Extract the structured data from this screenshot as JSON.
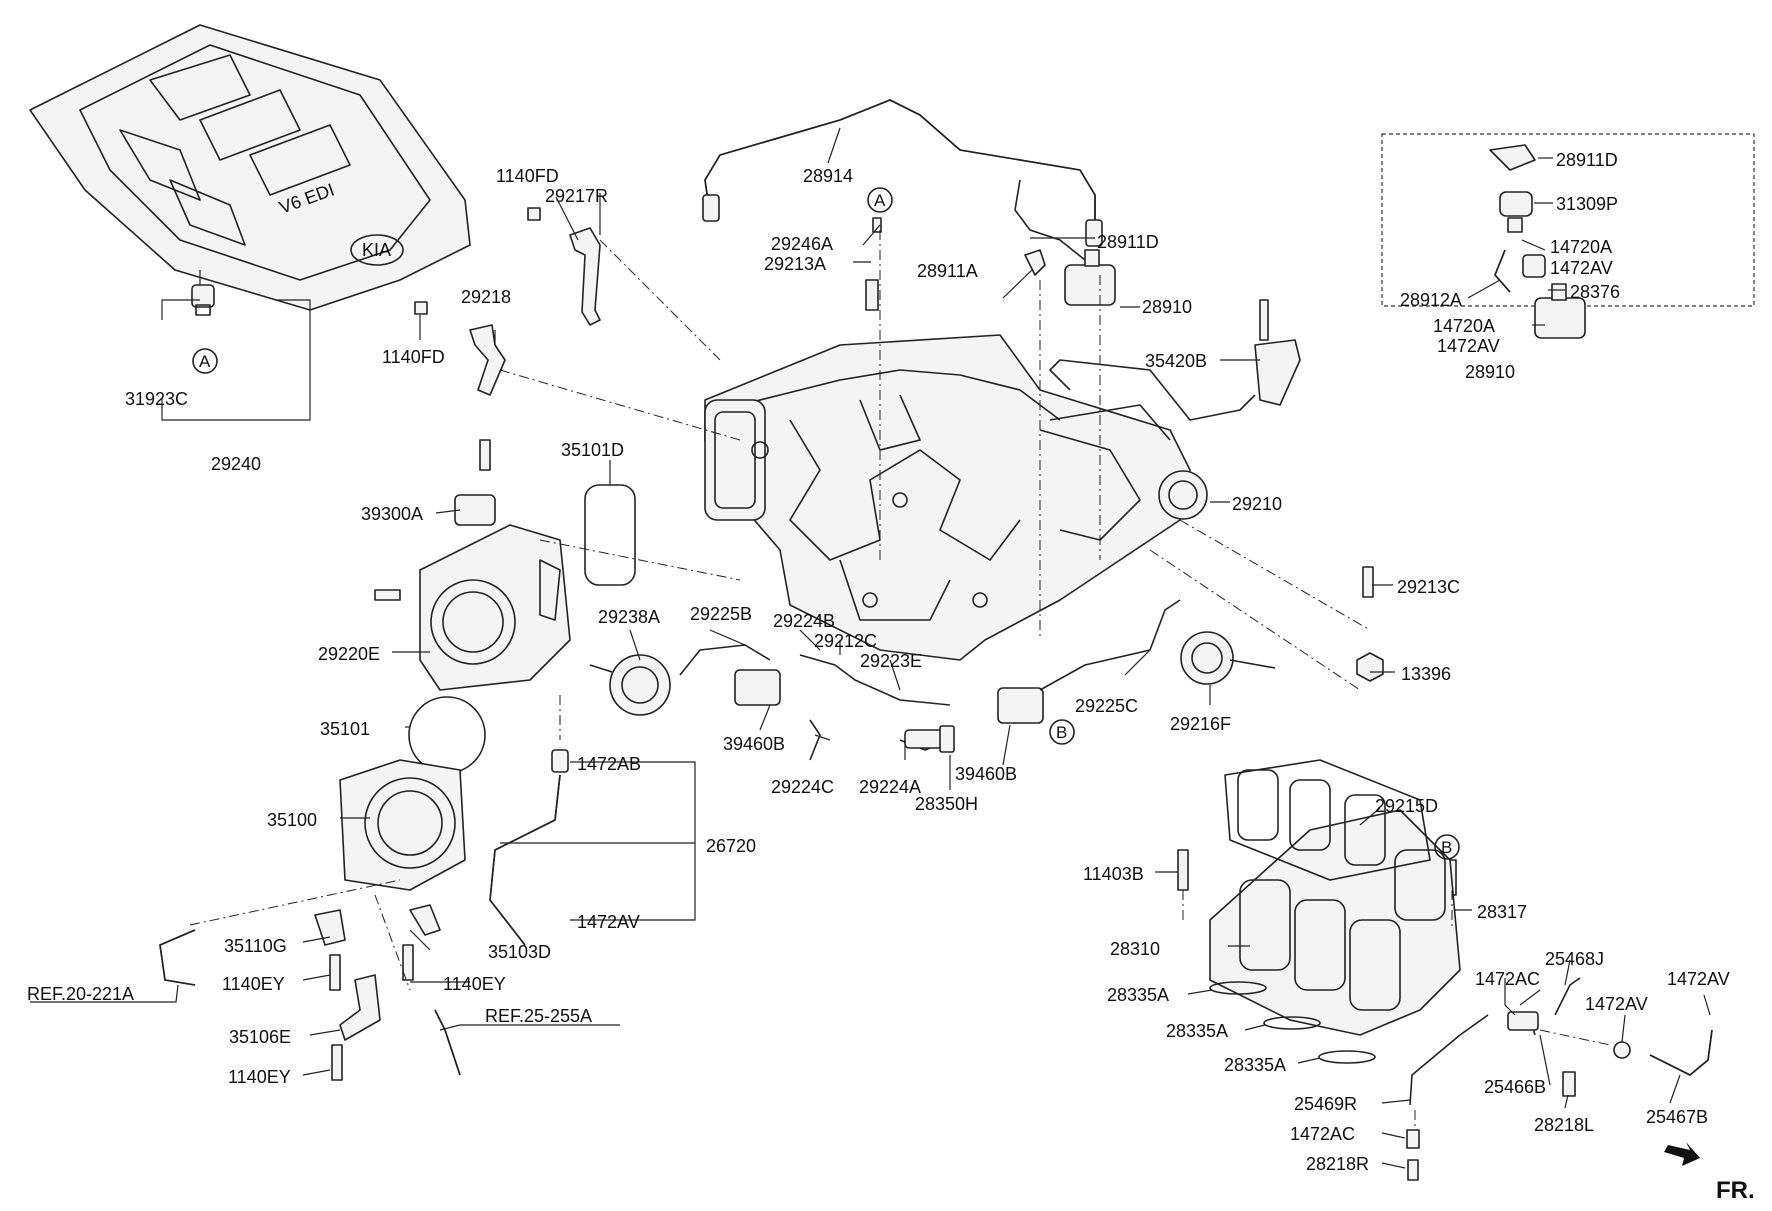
{
  "cover_text": {
    "emblem": "KIA",
    "engine": "V6 EDI"
  },
  "labels": {
    "p28914": "28914",
    "p1140FD_a": "1140FD",
    "p29217R": "29217R",
    "p29246A": "29246A",
    "p28911D": "28911D",
    "p29213A": "29213A",
    "p28911A": "28911A",
    "p28910": "28910",
    "p29218": "29218",
    "p1140FD_b": "1140FD",
    "p31923C": "31923C",
    "p29240": "29240",
    "p35420B": "35420B",
    "p35101D": "35101D",
    "p29210": "29210",
    "p39300A": "39300A",
    "p29213C": "29213C",
    "p29238A": "29238A",
    "p29225B": "29225B",
    "p29224B": "29224B",
    "p29212C": "29212C",
    "p29223E": "29223E",
    "p29220E": "29220E",
    "p13396": "13396",
    "p29225C": "29225C",
    "p35101": "35101",
    "p39460B_a": "39460B",
    "p29216F": "29216F",
    "p39460B_b": "39460B",
    "p29224C": "29224C",
    "p29224A": "29224A",
    "p28350H": "28350H",
    "p1472AB": "1472AB",
    "p35100": "35100",
    "p26720": "26720",
    "p29215D": "29215D",
    "p11403B": "11403B",
    "p28317": "28317",
    "p1472AV_a": "1472AV",
    "p35110G": "35110G",
    "p35103D": "35103D",
    "p28310": "28310",
    "p25468J": "25468J",
    "p1472AC_a": "1472AC",
    "p1472AV_b": "1472AV",
    "p1472AV_c": "1472AV",
    "pREF20": "REF.20-221A",
    "p1140EY_a": "1140EY",
    "p1140EY_b": "1140EY",
    "p28335A_a": "28335A",
    "pREF25": "REF.25-255A",
    "p35106E": "35106E",
    "p28335A_b": "28335A",
    "p28335A_c": "28335A",
    "p25466B": "25466B",
    "p1140EY_c": "1140EY",
    "p25469R": "25469R",
    "p28218L": "28218L",
    "p25467B": "25467B",
    "p1472AC_b": "1472AC",
    "p28218R": "28218R",
    "d28911D": "28911D",
    "d31309P": "31309P",
    "d14720A_a": "14720A",
    "d1472AV_a": "1472AV",
    "d28912A": "28912A",
    "d28376": "28376",
    "d14720A_b": "14720A",
    "d1472AV_b": "1472AV",
    "d28910": "28910",
    "fr": "FR."
  },
  "markers": {
    "a_top": "A",
    "a_cover": "A",
    "b_main": "B",
    "b_manifold": "B"
  }
}
